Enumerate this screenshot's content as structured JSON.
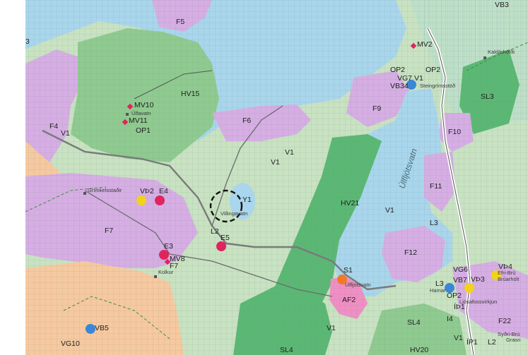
{
  "map": {
    "title": "",
    "colors": {
      "water": "#a9d6ec",
      "green_light": "#c8e2c2",
      "green_mid": "#8fca90",
      "green_dark": "#5bb874",
      "purple": "#d6aee4",
      "orange": "#f6c9a0",
      "pink": "#ef8fc3",
      "road": "#7a7a7a",
      "red_marker": "#e0245e",
      "yellow_marker": "#f2d21b",
      "blue_marker": "#3c86d8",
      "orange_marker": "#f07a2a"
    },
    "labels": {
      "f5": "F5",
      "mv2": "MV2",
      "vb_top": "VB3",
      "kaldarhofdi": "Kaldárhöfði",
      "three": "3",
      "hv15": "HV15",
      "mv10": "MV10",
      "mv11": "MV11",
      "ulfavatn": "Úlfavatn",
      "op1": "OP1",
      "f4": "F4",
      "v1_left": "V1",
      "f6": "F6",
      "op2_left": "OP2",
      "op2_right": "OP2",
      "vg7": "VG7",
      "v1_top": "V1",
      "vb34": "VB34",
      "steingrimsstod": "Steingrímsstöð",
      "f9": "F9",
      "sl3": "SL3",
      "f10": "F10",
      "v1_mid1": "V1",
      "v1_mid2": "V1",
      "ulfljotsvatn": "Úlfljótsvatn",
      "grimkelsstadir": "Grímkelsstaðir",
      "vp2": "VÞ2",
      "e4": "E4",
      "y1": "Y1",
      "illingavatn": "Villingavatn",
      "hv21": "HV21",
      "f11": "F11",
      "v1_lake": "V1",
      "f7": "F7",
      "l2": "L2",
      "e5": "E5",
      "l3_top": "L3",
      "e3": "E3",
      "mv8": "MV8",
      "f7b": "F7",
      "kolkur": "Kolkur",
      "f12": "F12",
      "s1": "S1",
      "ulfljotsvatn_s": "Úlfljótsvatn",
      "af2": "AF2",
      "vg6": "VG6",
      "vb7": "VB7",
      "vp3": "VÞ3",
      "vp4": "VÞ4",
      "efri_bru": "Efri-Brú",
      "bruarholt": "Brúarhólt",
      "l3_bottom": "L3",
      "hamar": "Hamar",
      "op2_bottom": "OP2",
      "ip1": "ÍÞ1",
      "ljosafossvirkjun": "Ljósafossvirkjun",
      "i4": "I4",
      "f22": "F22",
      "sydri_bru": "Syðri-Brú",
      "grasnes": "Grasn",
      "vb5": "VB5",
      "vg10": "VG10",
      "v1_bottom": "V1",
      "sl4_a": "SL4",
      "sl4_b": "SL4",
      "hv20": "HV20",
      "v1_br": "V1",
      "ip1b": "ÍP1",
      "l2b": "L2"
    }
  }
}
